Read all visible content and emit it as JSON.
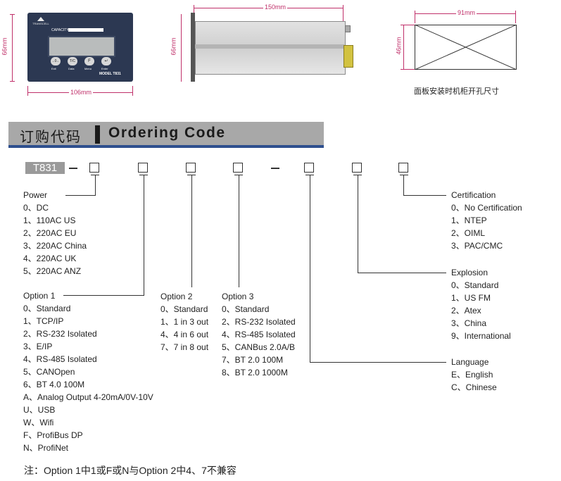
{
  "drawings": {
    "front": {
      "brand": "TRANSCELL",
      "capacity_label": "CAPACITY",
      "model_text": "MODEL T831",
      "keys": [
        {
          "symbol": "→0←",
          "label": "Exit"
        },
        {
          "symbol": "T/C",
          "label": "Data"
        },
        {
          "symbol": "F",
          "label": "Menu"
        },
        {
          "symbol": "↵",
          "label": "Enter"
        }
      ],
      "height_dim": "66mm",
      "width_dim": "106mm"
    },
    "side": {
      "length_dim": "150mm",
      "height_dim": "66mm"
    },
    "cutout": {
      "width_dim": "91mm",
      "height_dim": "46mm",
      "caption": "面板安装时机柜开孔尺寸"
    }
  },
  "banner": {
    "cn": "订购代码",
    "en": "Ordering Code"
  },
  "model": "T831",
  "groups": {
    "power": {
      "title": "Power",
      "items": [
        "0、DC",
        "1、110AC US",
        "2、220AC EU",
        "3、220AC China",
        "4、220AC UK",
        "5、220AC ANZ"
      ]
    },
    "option1": {
      "title": "Option 1",
      "items": [
        "0、Standard",
        "1、TCP/IP",
        "2、RS-232 Isolated",
        "3、E/IP",
        "4、RS-485 Isolated",
        "5、CANOpen",
        "6、BT 4.0 100M",
        "A、Analog Output 4-20mA/0V-10V",
        "U、USB",
        "W、Wifi",
        "F、ProfiBus DP",
        "N、ProfiNet"
      ]
    },
    "option2": {
      "title": "Option 2",
      "items": [
        "0、Standard",
        "1、1 in 3 out",
        "4、4 in 6 out",
        "7、7 in 8 out"
      ]
    },
    "option3": {
      "title": "Option 3",
      "items": [
        "0、Standard",
        "2、RS-232 Isolated",
        "4、RS-485 Isolated",
        "5、CANBus 2.0A/B",
        "7、BT 2.0 100M",
        "8、BT 2.0 1000M"
      ]
    },
    "language": {
      "title": "Language",
      "items": [
        "E、English",
        "C、Chinese"
      ]
    },
    "explosion": {
      "title": "Explosion",
      "items": [
        "0、Standard",
        "1、US FM",
        "2、Atex",
        "3、China",
        "9、International"
      ]
    },
    "certification": {
      "title": "Certification",
      "items": [
        "0、No Certification",
        "1、NTEP",
        "2、OIML",
        "3、PAC/CMC"
      ]
    }
  },
  "footnote": "注：Option 1中1或F或N与Option 2中4、7不兼容",
  "colors": {
    "dimension": "#c0306a",
    "banner_bg": "#a8a8a8",
    "banner_bar": "#2e4f8e",
    "model_box": "#9a9a9a",
    "device_face": "#2c3852"
  }
}
